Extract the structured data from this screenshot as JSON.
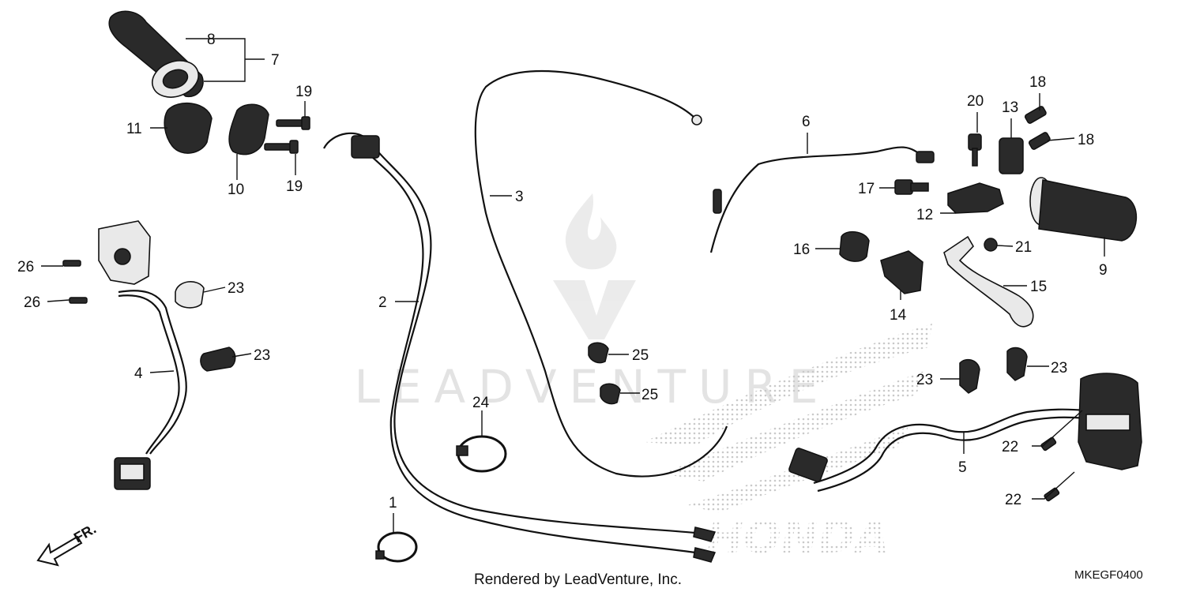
{
  "diagram": {
    "credit": "Rendered by LeadVenture, Inc.",
    "code": "MKEGF0400",
    "direction_label": "FR.",
    "watermark": "LEADVENTURE",
    "brand_watermark": "HONDA",
    "callouts": {
      "c1": "1",
      "c2": "2",
      "c3": "3",
      "c4": "4",
      "c5": "5",
      "c6": "6",
      "c7": "7",
      "c8": "8",
      "c9": "9",
      "c10": "10",
      "c11": "11",
      "c12": "12",
      "c13": "13",
      "c14": "14",
      "c15": "15",
      "c16": "16",
      "c17": "17",
      "c18a": "18",
      "c18b": "18",
      "c19a": "19",
      "c19b": "19",
      "c20": "20",
      "c21": "21",
      "c22a": "22",
      "c22b": "22",
      "c23a": "23",
      "c23b": "23",
      "c23c": "23",
      "c23d": "23",
      "c24": "24",
      "c25a": "25",
      "c25b": "25",
      "c26a": "26",
      "c26b": "26"
    }
  }
}
